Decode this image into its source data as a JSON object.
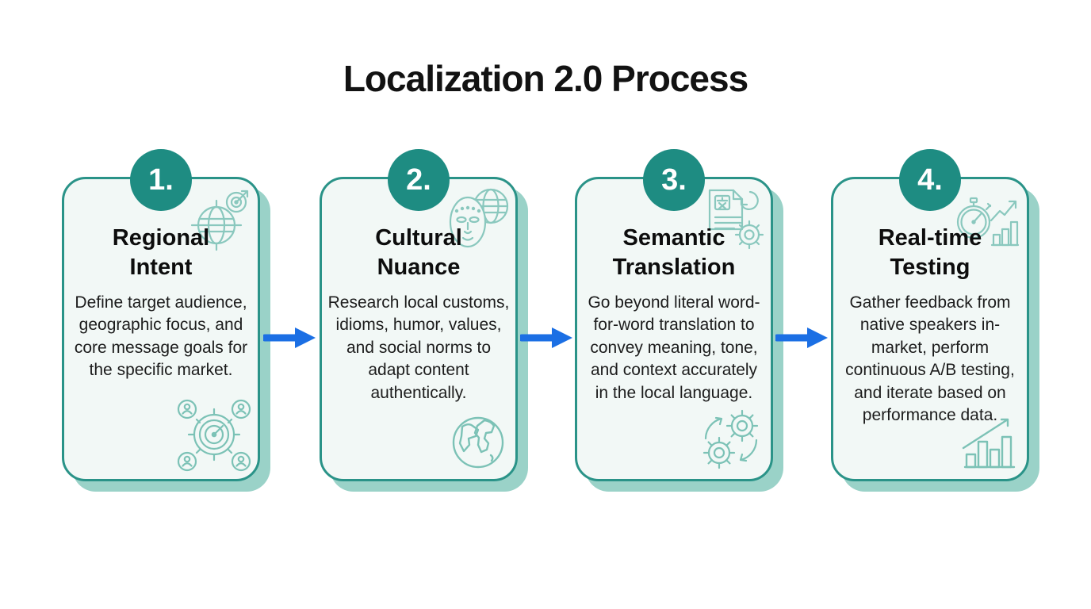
{
  "title": "Localization 2.0 Process",
  "steps": [
    {
      "number": "1.",
      "title": "Regional Intent",
      "description": "Define target audience, geographic focus, and core message goals for the specific market.",
      "top_icon": "globe-target-icon",
      "bottom_icon": "audience-target-icon"
    },
    {
      "number": "2.",
      "title": "Cultural Nuance",
      "description": "Research local customs, idioms, humor, values, and social norms to adapt content authentically.",
      "top_icon": "mask-globe-icon",
      "bottom_icon": "earth-globe-icon"
    },
    {
      "number": "3.",
      "title": "Semantic Translation",
      "description": "Go beyond literal word-for-word translation to convey meaning, tone, and context accurately in the local language.",
      "top_icon": "translate-document-icon",
      "bottom_icon": "gears-sync-icon"
    },
    {
      "number": "4.",
      "title": "Real-time Testing",
      "description": "Gather feedback from native speakers in-market, perform continuous A/B testing, and iterate based on performance data.",
      "top_icon": "stopwatch-chart-icon",
      "bottom_icon": "growth-chart-icon"
    }
  ],
  "colors": {
    "step_badge": "#1E8C82",
    "card_border": "#2A9388",
    "card_background": "#F2F8F6",
    "card_shadow": "#9AD2C8",
    "icon_stroke_light": "#8AC8BE",
    "icon_stroke_dark": "#7CC2B6",
    "arrow": "#1B6FE4",
    "heading_text": "#121212",
    "body_text": "#1C1C1C",
    "page_background": "#FFFFFF"
  }
}
